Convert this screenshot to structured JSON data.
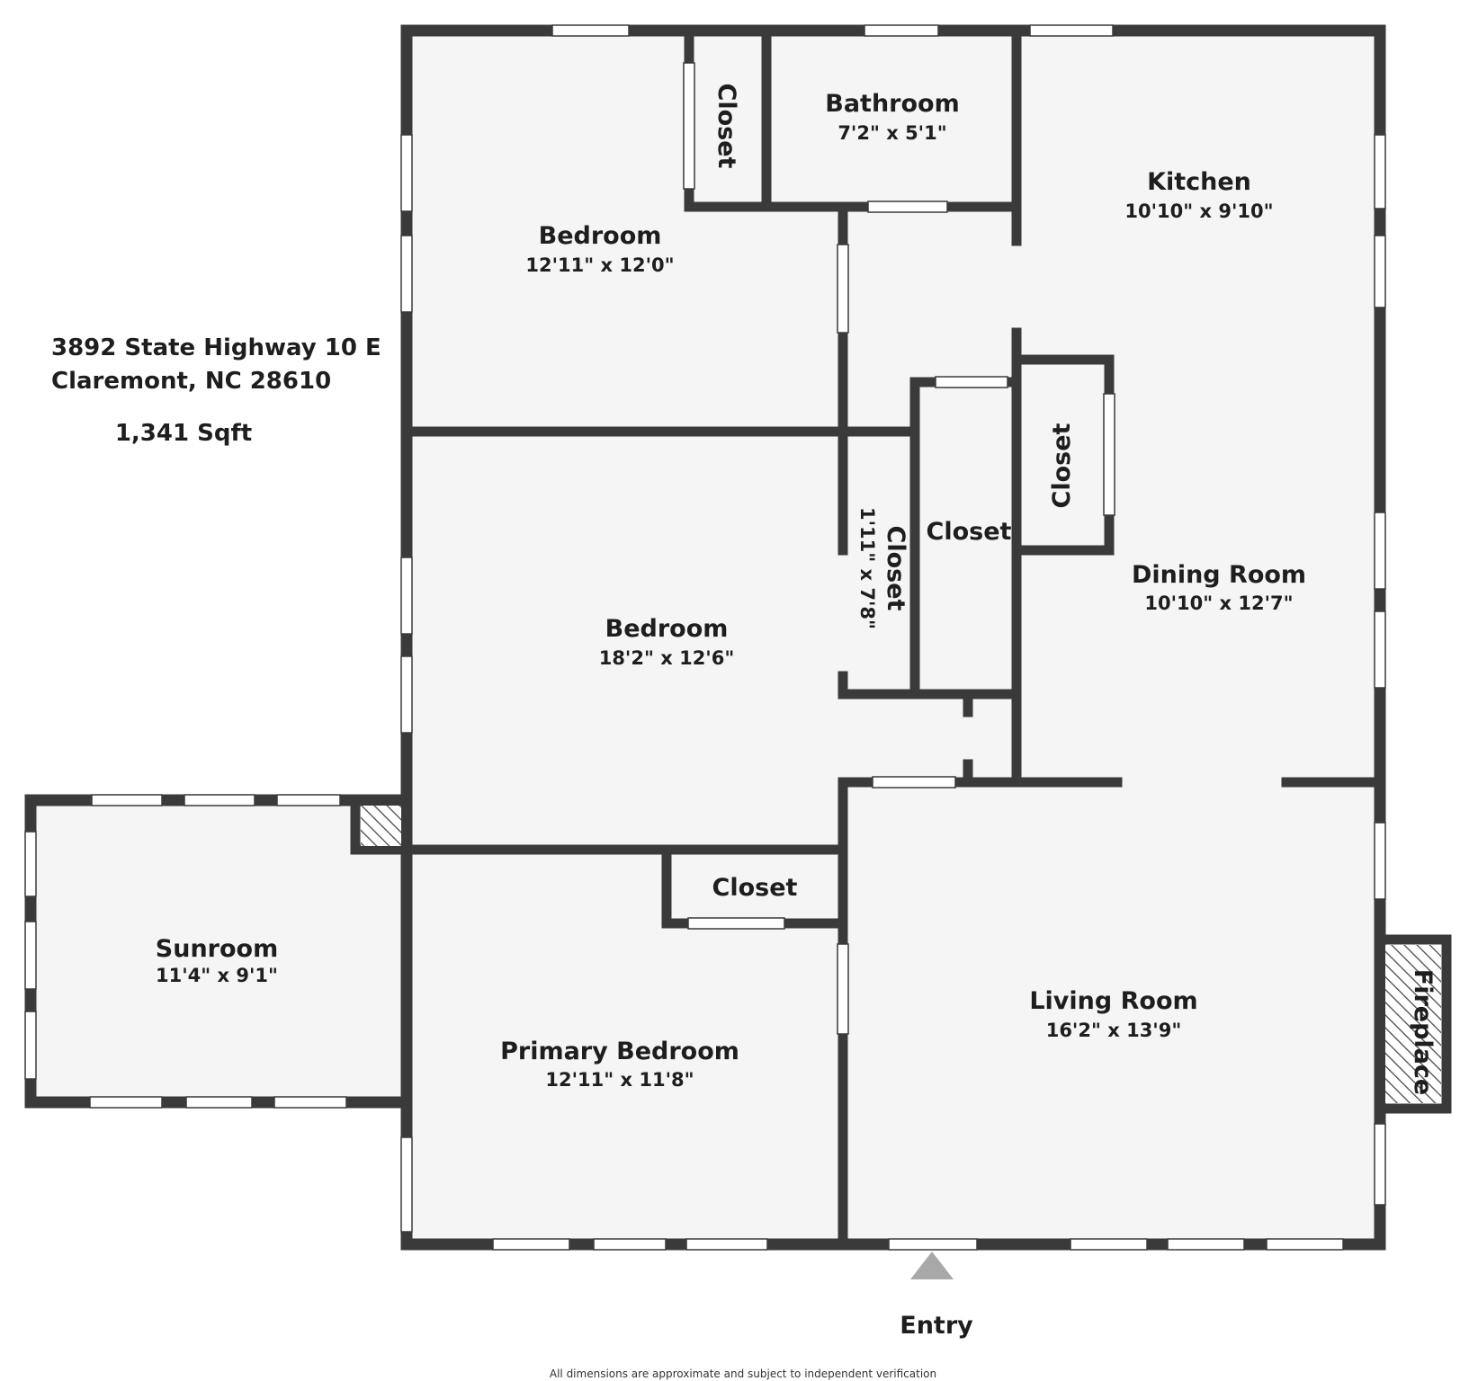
{
  "address": {
    "line1": "3892 State Highway 10 E",
    "line2": "Claremont, NC 28610",
    "sqft": "1,341 Sqft"
  },
  "rooms": {
    "bedroom_top": {
      "name": "Bedroom",
      "dims": "12'11\" x 12'0\""
    },
    "bathroom": {
      "name": "Bathroom",
      "dims": "7'2\" x 5'1\""
    },
    "kitchen": {
      "name": "Kitchen",
      "dims": "10'10\" x 9'10\""
    },
    "bedroom_mid": {
      "name": "Bedroom",
      "dims": "18'2\" x 12'6\""
    },
    "dining": {
      "name": "Dining Room",
      "dims": "10'10\" x 12'7\""
    },
    "sunroom": {
      "name": "Sunroom",
      "dims": "11'4\" x 9'1\""
    },
    "primary": {
      "name": "Primary Bedroom",
      "dims": "12'11\" x 11'8\""
    },
    "living": {
      "name": "Living Room",
      "dims": "16'2\" x 13'9\""
    }
  },
  "closets": {
    "top": "Closet",
    "small": {
      "name": "Closet",
      "dims": "1'11\" x 7'8\""
    },
    "mid": "Closet",
    "dining": "Closet",
    "primary": "Closet"
  },
  "fireplace": "Fireplace",
  "entry": "Entry",
  "disclaimer": "All dimensions are approximate and subject to independent verification",
  "colors": {
    "wall": "#3a3a3a",
    "floor": "#f5f5f5",
    "window": "#ffffff",
    "entry_marker": "#a8a8a8"
  }
}
